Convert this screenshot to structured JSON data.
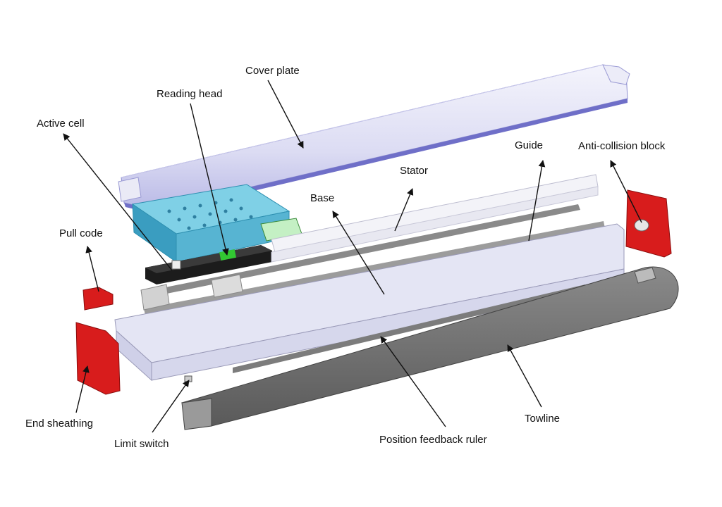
{
  "labels": {
    "cover_plate": "Cover plate",
    "reading_head": "Reading head",
    "active_cell": "Active cell",
    "guide": "Guide",
    "anti_collision_block": "Anti-collision block",
    "stator": "Stator",
    "base": "Base",
    "pull_code": "Pull code",
    "towline": "Towline",
    "end_sheathing": "End sheathing",
    "position_feedback_ruler": "Position feedback ruler",
    "limit_switch": "Limit switch"
  },
  "colors": {
    "cover": "#e3e4f6",
    "cover_edge": "#6f6fc8",
    "base": "#dedff0",
    "plate": "#46a8c8",
    "plate_light": "#8fd3e6",
    "red_part": "#d81c1c",
    "towline": "#707070",
    "rail": "#8c8c8c",
    "arrow": "#111111"
  }
}
